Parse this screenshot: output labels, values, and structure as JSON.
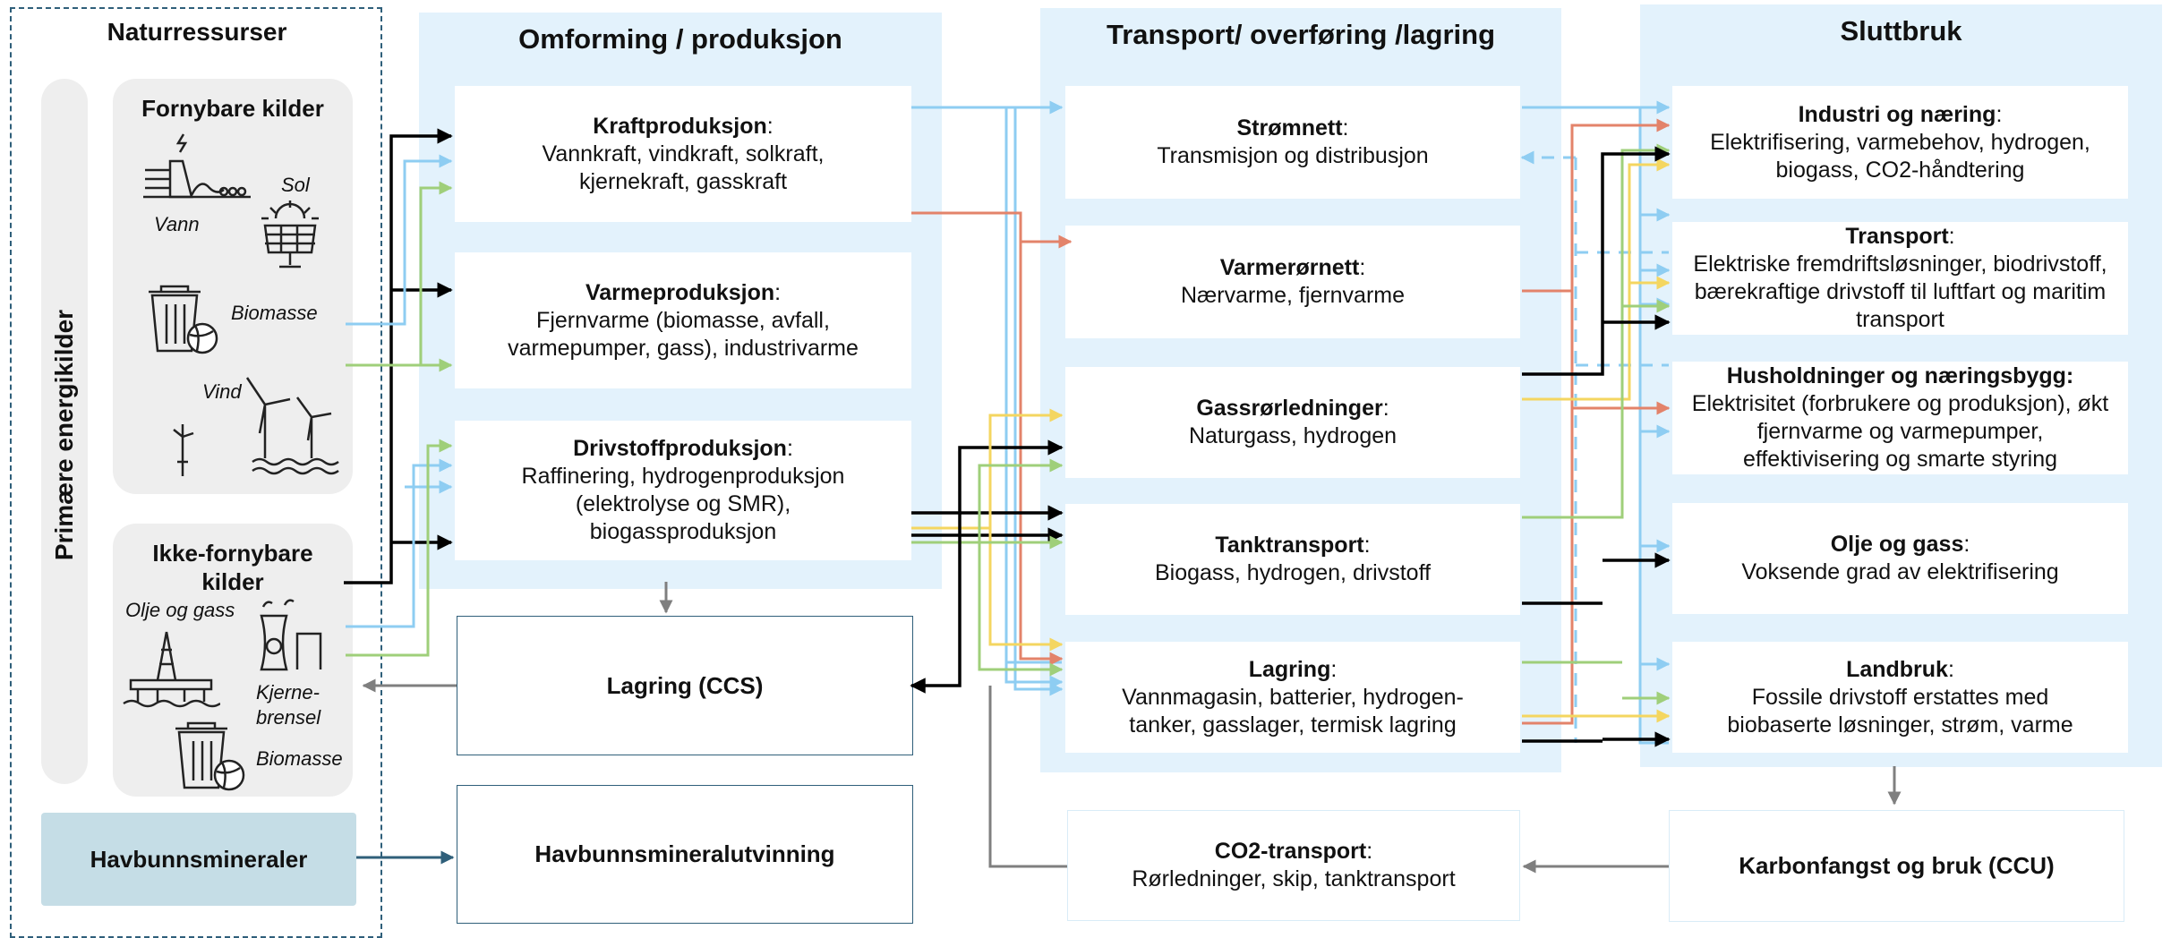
{
  "natural": {
    "title": "Naturressurser",
    "primary_label": "Primære energikilder",
    "renewable": {
      "title": "Fornybare kilder",
      "vann": "Vann",
      "sol": "Sol",
      "biomasse": "Biomasse",
      "vind": "Vind"
    },
    "nonrenewable": {
      "title": "Ikke-fornybare kilder",
      "olje": "Olje og gass",
      "kjerne": "Kjerne-brensel",
      "biomasse": "Biomasse"
    },
    "seabed": "Havbunnsmineraler"
  },
  "conversion": {
    "title": "Omforming / produksjon",
    "boxes": [
      {
        "title": "Kraftproduksjon",
        "text": "Vannkraft, vindkraft, solkraft, kjernekraft, gasskraft"
      },
      {
        "title": "Varmeproduksjon",
        "text": "Fjernvarme (biomasse, avfall, varmepumper, gass), industrivarme"
      },
      {
        "title": "Drivstoffproduksjon",
        "text": "Raffinering, hydrogenproduksjon (elektrolyse og SMR), biogassproduksjon"
      }
    ],
    "ccs": "Lagring (CCS)",
    "mining": "Havbunnsmineralutvinning"
  },
  "transport": {
    "title": "Transport/ overføring /lagring",
    "boxes": [
      {
        "title": "Strømnett",
        "text": "Transmisjon og distribusjon"
      },
      {
        "title": "Varmerørnett",
        "text": "Nærvarme, fjernvarme"
      },
      {
        "title": "Gassrørledninger",
        "text": "Naturgass, hydrogen"
      },
      {
        "title": "Tanktransport",
        "text": "Biogass, hydrogen, drivstoff"
      },
      {
        "title": "Lagring",
        "text": "Vannmagasin, batterier, hydrogen-tanker, gasslager, termisk lagring"
      }
    ],
    "co2": {
      "title": "CO2-transport",
      "text": "Rørledninger, skip, tanktransport"
    }
  },
  "enduse": {
    "title": "Sluttbruk",
    "boxes": [
      {
        "title": "Industri og næring",
        "text": "Elektrifisering, varmebehov, hydrogen, biogass, CO2-håndtering"
      },
      {
        "title": "Transport",
        "text": "Elektriske fremdriftsløsninger, biodrivstoff, bærekraftige drivstoff til luftfart og maritim transport"
      },
      {
        "title": "Husholdninger og næringsbygg:",
        "text": "Elektrisitet (forbrukere og produksjon), økt fjernvarme og varmepumper, effektivisering og smarte styring"
      },
      {
        "title": "Olje og gass",
        "text": "Voksende grad av elektrifisering"
      },
      {
        "title": "Landbruk",
        "text": "Fossile drivstoff erstattes med biobaserte løsninger, strøm, varme"
      }
    ],
    "ccu": "Karbonfangst og bruk (CCU)"
  },
  "colors": {
    "electric": "#8ecdf2",
    "heat": "#e3836a",
    "hydrogen": "#f4d660",
    "bio": "#9fcf7a",
    "fossil": "#000000",
    "co2": "#7f7f7f",
    "seabed": "#2f5f7a",
    "column_bg": "#e3f2fc",
    "seabed_bg": "#c5dde6"
  }
}
